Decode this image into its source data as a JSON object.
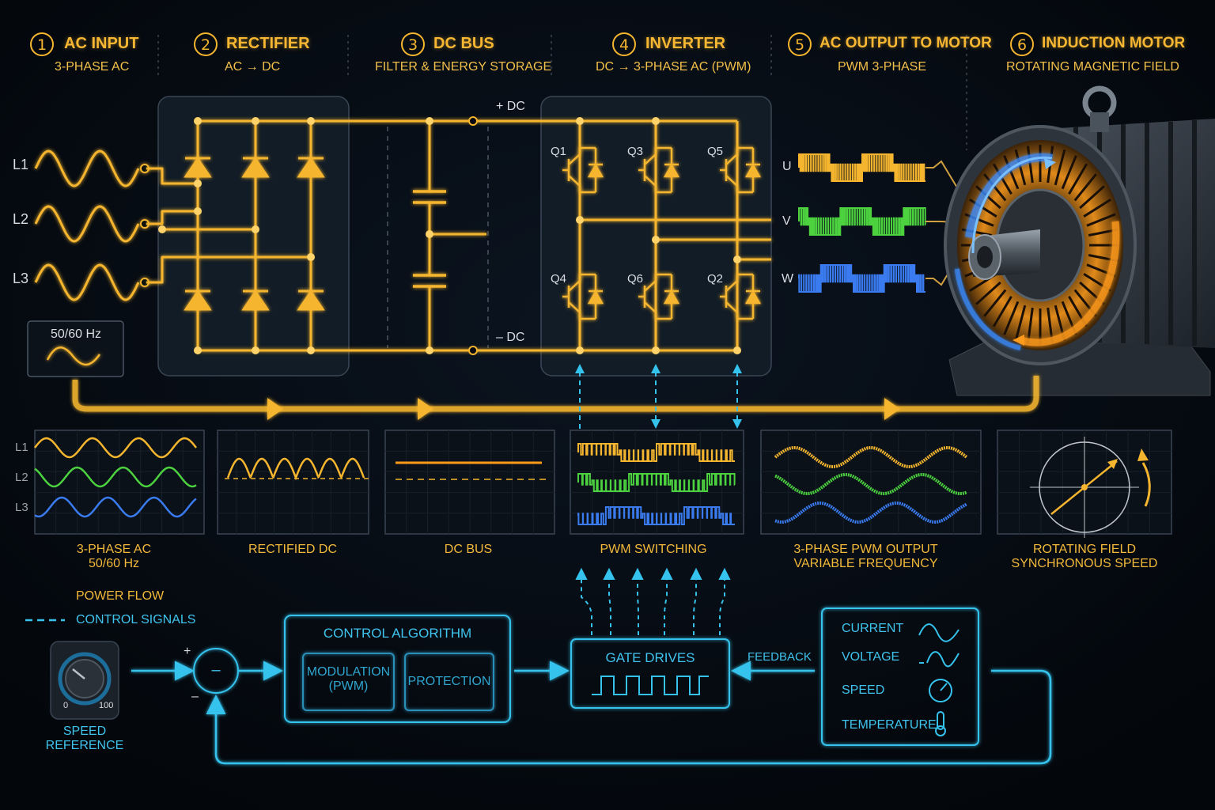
{
  "stages": [
    {
      "num": "1",
      "title": "AC INPUT",
      "sub": "3-PHASE AC"
    },
    {
      "num": "2",
      "title": "RECTIFIER",
      "sub": "AC → DC"
    },
    {
      "num": "3",
      "title": "DC BUS",
      "sub": "FILTER & ENERGY STORAGE"
    },
    {
      "num": "4",
      "title": "INVERTER",
      "sub": "DC → 3-PHASE AC (PWM)"
    },
    {
      "num": "5",
      "title": "AC OUTPUT TO MOTOR",
      "sub": "PWM 3-PHASE"
    },
    {
      "num": "6",
      "title": "INDUCTION MOTOR",
      "sub": "ROTATING MAGNETIC FIELD"
    }
  ],
  "phases": [
    "L1",
    "L2",
    "L3"
  ],
  "freq_label": "50/60 Hz",
  "dc_pos": "+ DC",
  "dc_neg": "– DC",
  "switches": [
    "Q1",
    "Q3",
    "Q5",
    "Q4",
    "Q6",
    "Q2"
  ],
  "outputs": [
    "U",
    "V",
    "W"
  ],
  "scopes": [
    {
      "line1": "3-PHASE AC",
      "line2": "50/60 Hz"
    },
    {
      "line1": "RECTIFIED DC",
      "line2": ""
    },
    {
      "line1": "DC BUS",
      "line2": ""
    },
    {
      "line1": "PWM SWITCHING",
      "line2": ""
    },
    {
      "line1": "3-PHASE PWM OUTPUT",
      "line2": "VARIABLE FREQUENCY"
    },
    {
      "line1": "ROTATING FIELD",
      "line2": "SYNCHRONOUS SPEED"
    }
  ],
  "legend": {
    "power": "POWER FLOW",
    "control": "CONTROL SIGNALS"
  },
  "knob": {
    "min": "0",
    "max": "100",
    "label1": "SPEED",
    "label2": "REFERENCE"
  },
  "summer": {
    "plus": "+",
    "minus": "–",
    "center": "–"
  },
  "control": {
    "title": "CONTROL ALGORITHM",
    "mod1": "MODULATION",
    "mod2": "(PWM)",
    "protection": "PROTECTION"
  },
  "gate": {
    "title": "GATE DRIVES"
  },
  "feedback_label": "FEEDBACK",
  "sensors": [
    "CURRENT",
    "VOLTAGE",
    "SPEED",
    "TEMPERATURE"
  ],
  "colors": {
    "power": "#f5b52e",
    "control": "#35c3ee",
    "phase1": "#f5b52e",
    "phase2": "#4cd13f",
    "phase3": "#3a7bf0",
    "background": "#05090f"
  }
}
